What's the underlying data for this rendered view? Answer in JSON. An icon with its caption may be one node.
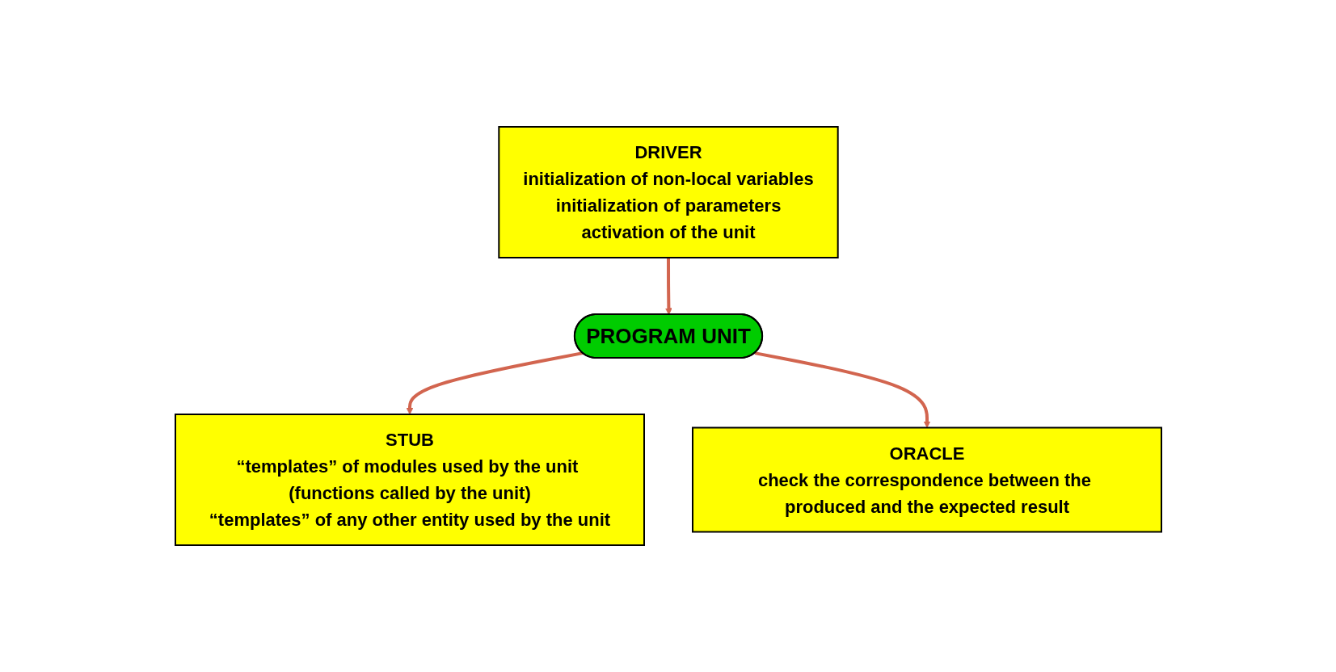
{
  "diagram": {
    "nodes": [
      {
        "text": [
          "DRIVER",
          "initialization of non-local variables",
          "initialization of parameters",
          "activation of the unit"
        ]
      },
      {
        "text": [
          "PROGRAM UNIT"
        ]
      },
      {
        "text": [
          "STUB",
          "“templates” of modules used by the unit (functions called by the unit)",
          "“templates” of any other entity used by the unit"
        ]
      },
      {
        "text": [
          "ORACLE",
          "check the correspondence between the produced and the expected result"
        ]
      }
    ],
    "edges": [
      {
        "from": 0,
        "to": 1,
        "arrow": "to"
      },
      {
        "from": 1,
        "to": 2,
        "arrow": "to"
      },
      {
        "from": 1,
        "to": 3,
        "arrow": "to"
      }
    ]
  }
}
